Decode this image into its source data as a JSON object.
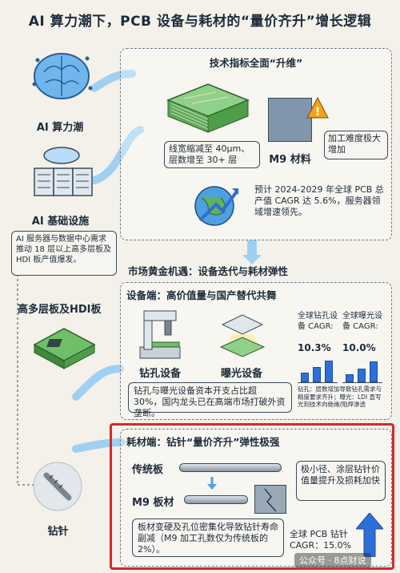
{
  "title": "AI 算力潮下，PCB 设备与耗材的“量价齐升”增长逻辑",
  "left": {
    "ai_compute": "AI 算力潮",
    "ai_infra": "AI 基础设施",
    "infra_note": "AI 服务器与数据中心需求推动 18 层以上高多层板及 HDI 板产值爆发。",
    "hdi_board": "高多层板及HDI板",
    "drill_bit": "钻针"
  },
  "tech": {
    "header": "技术指标全面“升维”",
    "pcb_caption": "线宽缩减至 40μm、层数增至 30+ 层",
    "m9": "M9 材料",
    "difficulty": "加工难度极大增加",
    "forecast": "预计 2024-2029 年全球 PCB 总产值 CAGR 达 5.6%，服务器领域增速领先。"
  },
  "market_header": "市场黄金机遇：设备迭代与耗材弹性",
  "equipment": {
    "header": "设备端：高价值量与国产替代共舞",
    "drill_label": "钻孔设备",
    "exposure_label": "曝光设备",
    "chart1_label": "全球钻孔设备 CAGR:",
    "chart1_value": "10.3%",
    "chart2_label": "全球曝光设备 CAGR:",
    "chart2_value": "10.0%",
    "chart_note": "钻孔：层数增加导致钻孔需求与精度要求齐升；曝光：LDI 直写光刻技术向绝缘/阻焊渗透",
    "summary": "钻孔与曝光设备资本开支占比超 30%，国内龙头已在高端市场打破外资垄断。",
    "bars1": [
      0.35,
      0.55,
      0.8
    ],
    "bars2": [
      0.3,
      0.5,
      0.75
    ]
  },
  "consumable": {
    "header": "耗材端：钻针“量价齐升”弹性极强",
    "traditional": "传统板",
    "m9_board": "M9 板材",
    "price_note": "极小径、涂层钻针价值量提升及损耗加快",
    "wear_note": "板材变硬及孔位密集化导致钻针寿命副减（M9 加工孔数仅为传统板的 2%）。",
    "cagr": "全球 PCB 钻针 CAGR：15.0%"
  },
  "watermark": "公众号 · 8点财说",
  "colors": {
    "accent": "#2d6fd6",
    "highlight": "#d6282b",
    "arrow": "#4aa3e8"
  }
}
